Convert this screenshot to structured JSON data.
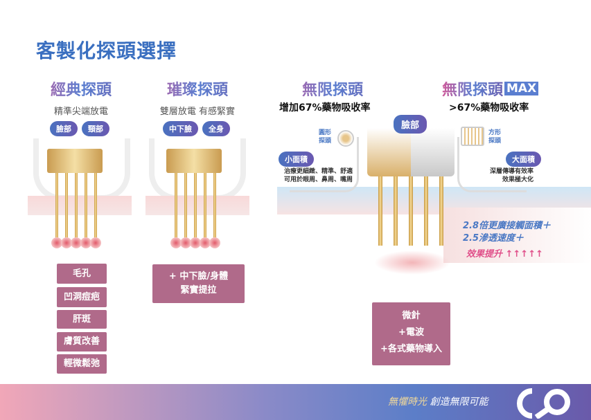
{
  "title": "客製化探頭選擇",
  "columns": [
    {
      "name": "經典探頭",
      "subtitle": "精準尖端放電",
      "tags": [
        "臉部",
        "頸部"
      ],
      "labels": [
        "毛孔",
        "凹洞痘疤",
        "肝斑",
        "膚質改善",
        "輕微鬆弛"
      ]
    },
    {
      "name": "璀璨探頭",
      "subtitle": "雙層放電 有感緊實",
      "tags": [
        "中下臉",
        "全身"
      ],
      "labels": [
        "+ 中下臉/身體",
        "緊實提拉"
      ]
    },
    {
      "name": "無限探頭",
      "subtitle": "增加67%藥物吸收率",
      "tag": "臉部",
      "shape": "圓形\n探頭",
      "area": "小面積",
      "desc": [
        "治療更細緻、精準、舒適",
        "可用於眼周、鼻周、嘴周"
      ],
      "labels": [
        "微針",
        "+電波",
        "+各式藥物導入"
      ]
    },
    {
      "name": "無限探頭",
      "badge": "MAX",
      "subtitle": ">67%藥物吸收率",
      "shape": "方形\n探頭",
      "area": "大面積",
      "desc": [
        "深層傳導有效率",
        "效果極大化"
      ],
      "benefits": [
        "2.8倍更廣接觸面積＋",
        "2.5滲透速度＋"
      ],
      "effect": "效果提升 ↑↑↑↑↑"
    }
  ],
  "footer": {
    "slogan_a": "無懼時光",
    "slogan_b": "創造無限可能"
  },
  "colors": {
    "accent": "#3a6fc0",
    "label": "#b06a8a",
    "pink": "#e0508a"
  }
}
